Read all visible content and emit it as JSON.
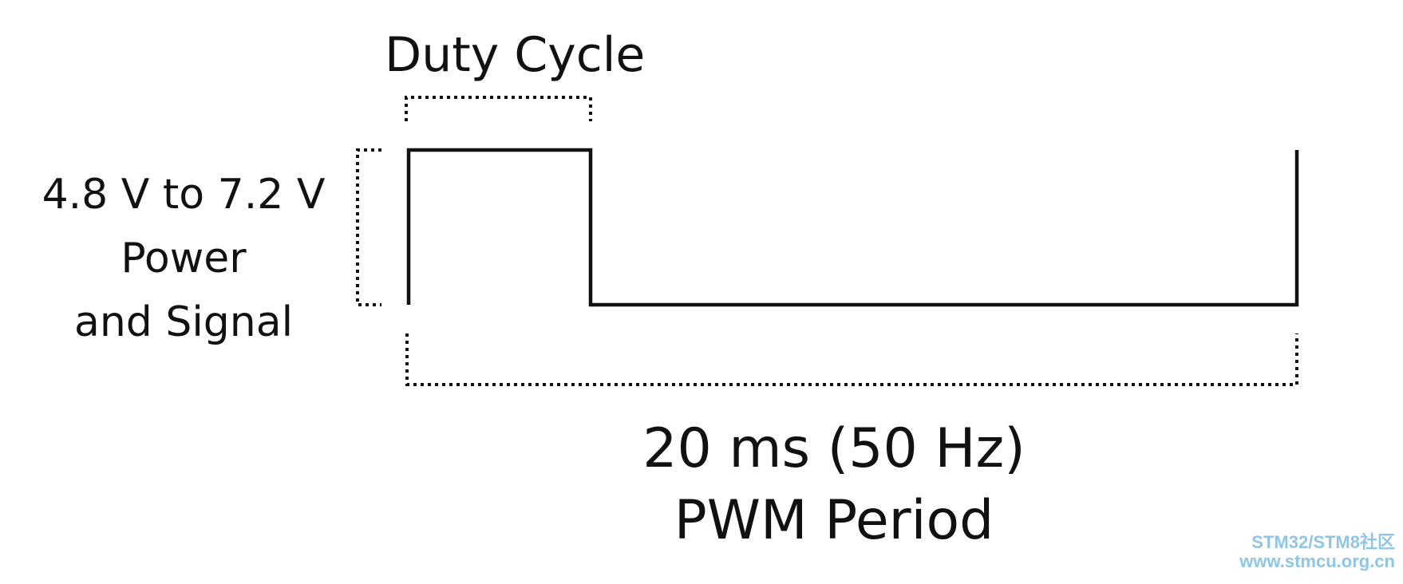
{
  "duty_cycle_label": "Duty Cycle",
  "voltage_label": {
    "line1": "4.8 V to 7.2 V",
    "line2": "Power",
    "line3": "and Signal"
  },
  "period_label": {
    "line1": "20 ms (50 Hz)",
    "line2": "PWM Period"
  },
  "watermark": {
    "line1": "STM32/STM8社区",
    "line2": "www.stmcu.org.cn"
  },
  "colors": {
    "line": "#111111",
    "watermark": "#8fc6e6"
  }
}
